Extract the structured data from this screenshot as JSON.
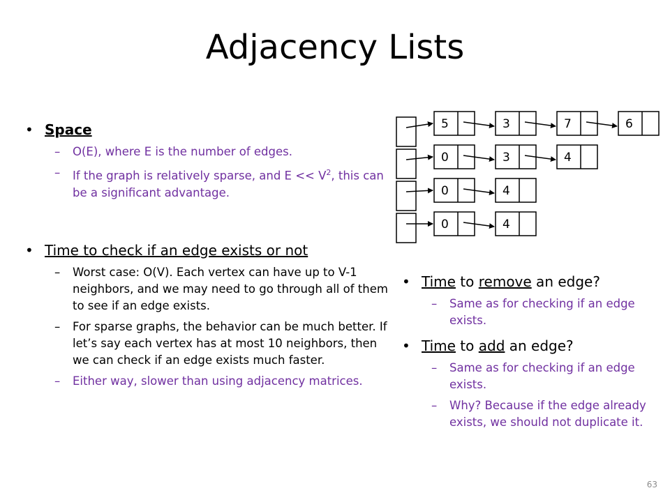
{
  "title": "Adjacency Lists",
  "left": {
    "space": {
      "heading": "Space",
      "items": [
        "O(E), where E is the number of edges.",
        "If the graph is relatively sparse, and E << V",
        "2",
        ", this can be a significant advantage."
      ]
    },
    "time_check": {
      "heading_u": "Time",
      "heading_rest": " to check if an edge exists or not",
      "worst_prefix": "Worst case: ",
      "worst_rest": "O(V). Each vertex can have up to V-1 neighbors, and we may need to go through all of them to see if an edge exists.",
      "sparse": "For sparse graphs, the behavior can be much better. If let’s say each vertex has at most 10 neighbors, then we can check if an edge exists much faster.",
      "either": "Either way, slower than using adjacency matrices."
    }
  },
  "right": {
    "remove": {
      "heading_u1": "Time",
      "heading_mid": " to ",
      "heading_u2": "remove",
      "heading_rest": " an edge?",
      "item": "Same as for checking if an edge exists."
    },
    "add": {
      "heading_u1": "Time",
      "heading_mid": " to ",
      "heading_u2": "add",
      "heading_rest": " an edge?",
      "item1": "Same as for checking if an edge exists.",
      "item2": "Why? Because if the edge already exists, we should not duplicate it."
    }
  },
  "diagram": {
    "lists": [
      [
        "5",
        "3",
        "7",
        "6"
      ],
      [
        "0",
        "3",
        "4"
      ],
      [
        "0",
        "4"
      ],
      [
        "0",
        "4"
      ]
    ]
  },
  "page_number": "63",
  "colors": {
    "accent": "#7030a0"
  }
}
